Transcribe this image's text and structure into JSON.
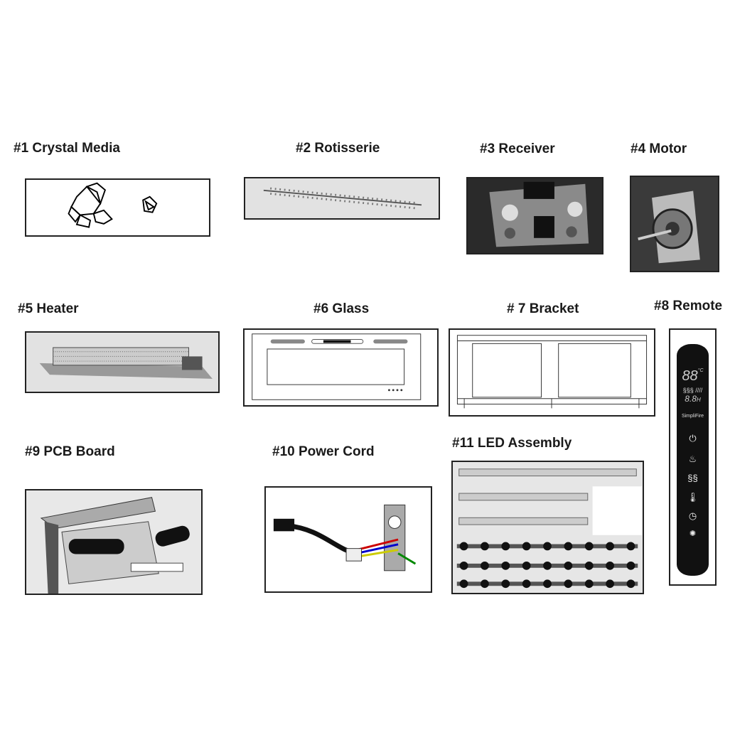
{
  "parts": [
    {
      "label": "#1 Crystal Media"
    },
    {
      "label": "#2 Rotisserie"
    },
    {
      "label": "#3 Receiver"
    },
    {
      "label": "#4 Motor"
    },
    {
      "label": "#5 Heater"
    },
    {
      "label": "#6 Glass"
    },
    {
      "label": "# 7 Bracket"
    },
    {
      "label": "#8 Remote"
    },
    {
      "label": "#9 PCB Board"
    },
    {
      "label": "#10 Power Cord"
    },
    {
      "label": "#11 LED Assembly"
    }
  ],
  "remote": {
    "temp": "88",
    "unit": "°C",
    "timer": "8.8",
    "timer_unit": "H",
    "brand": "SimpliFire"
  }
}
